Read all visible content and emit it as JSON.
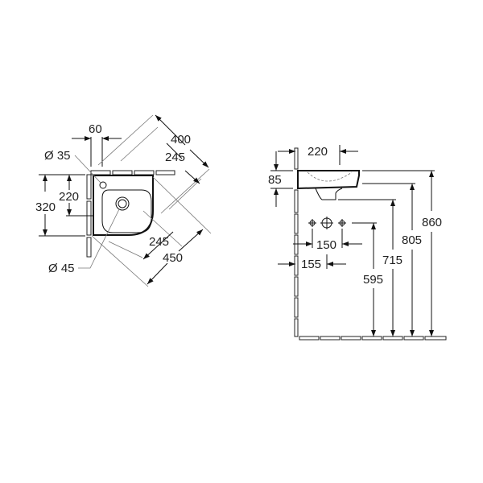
{
  "top_view": {
    "dims": {
      "d60": "60",
      "d400": "400",
      "d245_top": "245",
      "d320": "320",
      "d220": "220",
      "d245_bottom": "245",
      "d450": "450",
      "overflow_dia": "Ø 35",
      "drain_dia": "Ø 45"
    }
  },
  "side_view": {
    "dims": {
      "d220": "220",
      "d85": "85",
      "d860": "860",
      "d805": "805",
      "d715": "715",
      "d595": "595",
      "d150": "150",
      "d155": "155"
    }
  }
}
